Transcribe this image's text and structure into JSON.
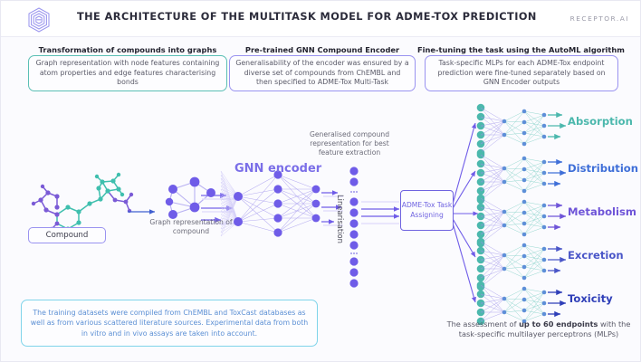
{
  "header": {
    "title": "THE ARCHITECTURE OF THE MULTITASK MODEL FOR ADME-TOX PREDICTION",
    "brand": "RECEPTOR.AI",
    "logo_icon": "hexagon-fingerprint-logo-icon"
  },
  "steps": [
    {
      "heading": "Transformation of compounds into graphs",
      "body": "Graph representation with node features containing atom properties and edge features characterising bonds",
      "border_color": "#5bbfb5"
    },
    {
      "heading": "Pre-trained GNN Compound Encoder",
      "body": "Generalisability of the encoder was ensured by a diverse set of compounds from ChEMBL and then specified to ADME-Tox Multi-Task",
      "border_color": "#9a93f0"
    },
    {
      "heading": "Fine-tuning the task using the AutoML algorithm",
      "body": "Task-specific MLPs for each ADME-Tox endpoint prediction were fine-tuned separately based on GNN Encoder outputs",
      "border_color": "#9a93f0"
    }
  ],
  "pipeline": {
    "compound_label": "Compound",
    "graph_caption": "Graph representation of compound",
    "gnn_title": "GNN encoder",
    "representation_caption": "Generalised compound representation for best feature extraction",
    "linearisation_label": "Linearisation",
    "task_box": "ADME-Tox Task Assigning",
    "dots": "..."
  },
  "outputs": [
    {
      "label": "Absorption",
      "color": "#4cb8ad"
    },
    {
      "label": "Distribution",
      "color": "#3f6fd8"
    },
    {
      "label": "Metabolism",
      "color": "#6f55d8"
    },
    {
      "label": "Excretion",
      "color": "#4a56c8"
    },
    {
      "label": "Toxicity",
      "color": "#2f3fb8"
    }
  ],
  "footer": {
    "note": "The training datasets were compiled from ChEMBL and ToxCast databases as well as from various scattered literature sources. Experimental data from both in vitro and in vivo assays are taken into account.",
    "assessment_pre": "The assessment of ",
    "assessment_strong": "up to 60 endpoints",
    "assessment_post": " with the task-specific multilayer perceptrons (MLPs)"
  },
  "colors": {
    "purple": "#6f5ce8",
    "teal": "#4cb8ad",
    "background": "#fbfbfe"
  }
}
